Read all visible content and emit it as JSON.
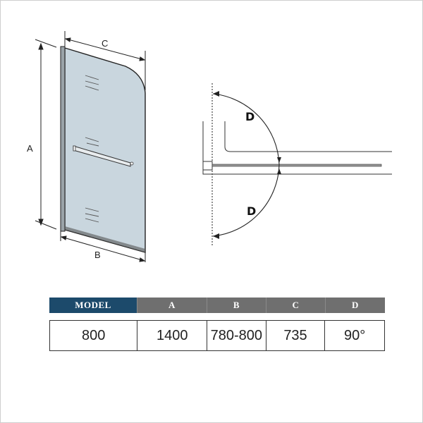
{
  "diagram": {
    "panel_labels": {
      "height": "A",
      "bottom_width": "B",
      "top_width": "C"
    },
    "swing_labels": {
      "upper": "D",
      "lower": "D"
    },
    "colors": {
      "glass": "#c9d6de",
      "frame": "#333333",
      "outline": "#222222"
    }
  },
  "table": {
    "headers": [
      "MODEL",
      "A",
      "B",
      "C",
      "D"
    ],
    "values": [
      "800",
      "1400",
      "780-800",
      "735",
      "90°"
    ],
    "colors": {
      "model_header": "#1c4a6b",
      "dim_header": "#6f6f6f"
    }
  }
}
